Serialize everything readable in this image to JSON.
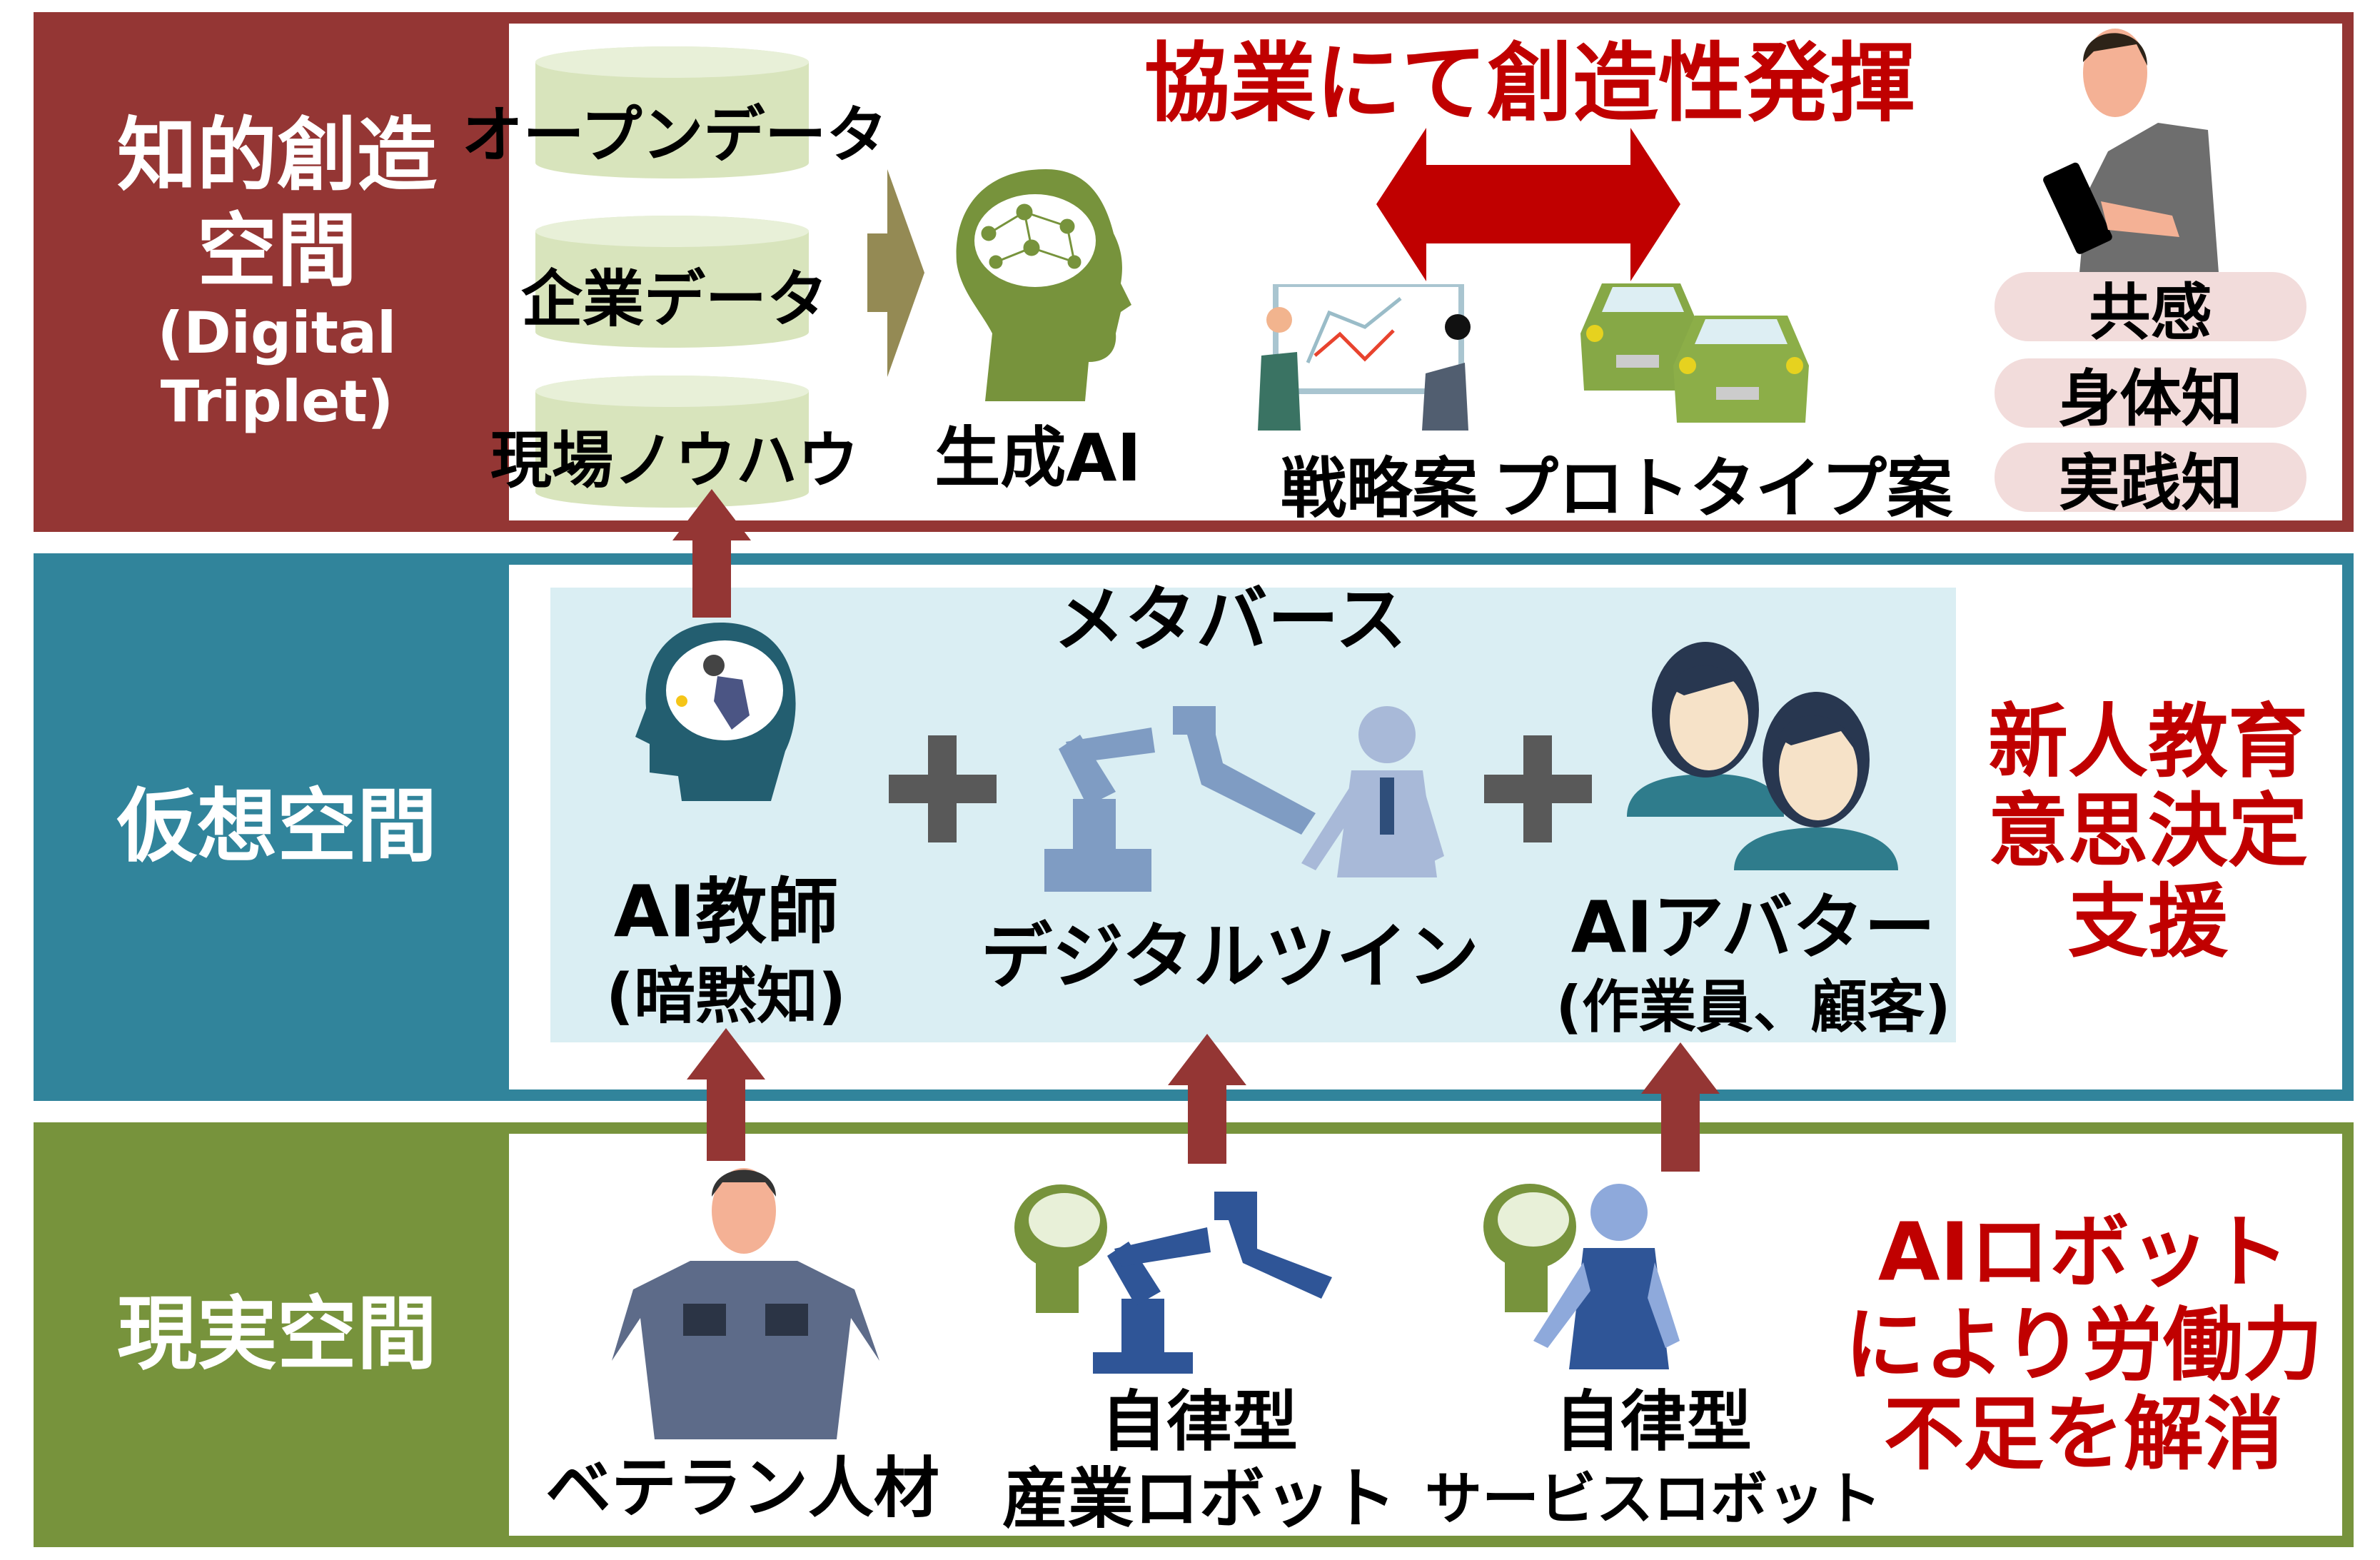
{
  "colors": {
    "intellectual": "#943634",
    "virtual": "#31849B",
    "real": "#77933C",
    "accent_red": "#C00000",
    "metaverse_bg": "#DAEEF3",
    "data_cylinder": "#D8E4BC",
    "pill": "#F2DCDB",
    "olive_arrow": "#948A54"
  },
  "top": {
    "label_line1": "知的創造",
    "label_line2": "空間",
    "label_line3": "(Digital Triplet)",
    "data_sources": [
      "オープンデータ",
      "企業データ",
      "現場ノウハウ"
    ],
    "generative_ai": "生成AI",
    "headline": "協業にて創造性発揮",
    "strategy": "戦略案",
    "prototype": "プロトタイプ案",
    "human_qualities": [
      "共感",
      "身体知",
      "実践知"
    ]
  },
  "middle": {
    "label": "仮想空間",
    "metaverse": "メタバース",
    "ai_teacher": "AI教師",
    "ai_teacher_sub": "(暗黙知)",
    "digital_twin": "デジタルツイン",
    "ai_avatar": "AIアバター",
    "ai_avatar_sub": "(作業員、顧客)",
    "benefit_lines": [
      "新人教育",
      "意思決定",
      "支援"
    ]
  },
  "bottom": {
    "label": "現実空間",
    "veteran": "ベテラン人材",
    "industrial_robot_line1": "自律型",
    "industrial_robot_line2": "産業ロボット",
    "service_robot_line1": "自律型",
    "service_robot_line2": "サービスロボット",
    "benefit_lines": [
      "AIロボット",
      "により労働力",
      "不足を解消"
    ]
  }
}
